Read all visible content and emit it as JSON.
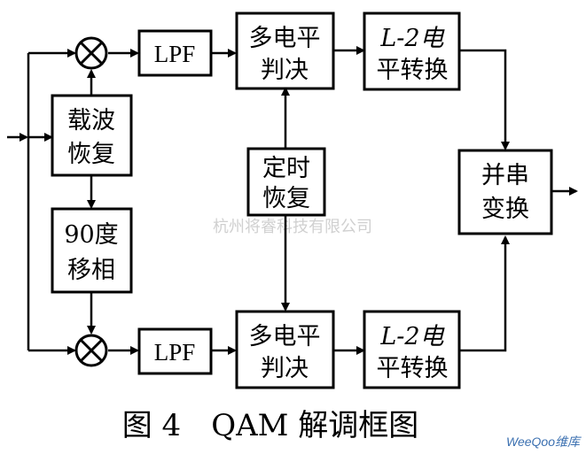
{
  "blocks": {
    "carrier_recovery": [
      "载波",
      "恢复"
    ],
    "phase_shift": [
      "90度",
      "移相"
    ],
    "lpf_top": "LPF",
    "lpf_bottom": "LPF",
    "decision_top": [
      "多电平",
      "判决"
    ],
    "decision_bottom": [
      "多电平",
      "判决"
    ],
    "timing_recovery": [
      "定时",
      "恢复"
    ],
    "level_conv_top": [
      "L-2电",
      "平转换"
    ],
    "level_conv_bottom": [
      "L-2电",
      "平转换"
    ],
    "parallel_serial": [
      "并串",
      "变换"
    ]
  },
  "caption": "图 4　QAM 解调框图",
  "watermark": "杭州将睿科技有限公司",
  "brand": "WeeQoo维库",
  "colors": {
    "line": "#000000",
    "watermark": "#d0d0d0",
    "brand_blue": "#3a6fb0"
  }
}
